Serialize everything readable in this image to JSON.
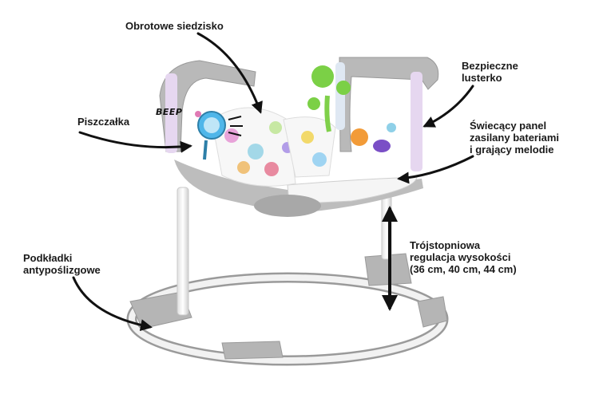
{
  "labels": {
    "swivel_seat": "Obrotowe siedzisko",
    "safe_mirror": "Bezpieczne\nlusterko",
    "squeaker": "Piszczałka",
    "light_panel": "Świecący panel\nzasilany bateriami\ni grający melodie",
    "height_adjust": "Trójstopniowa\nregulacja wysokości\n(36 cm, 40 cm, 44 cm)",
    "anti_slip_pads": "Podkładki\nantypoślizgowe"
  },
  "sound_text": "BEEP",
  "colors": {
    "frame_gray": "#b9b9b9",
    "frame_dark": "#8e8e8e",
    "tray_white": "#f3f3f3",
    "leg_white": "#f4f4f4",
    "arrow_black": "#111111"
  }
}
